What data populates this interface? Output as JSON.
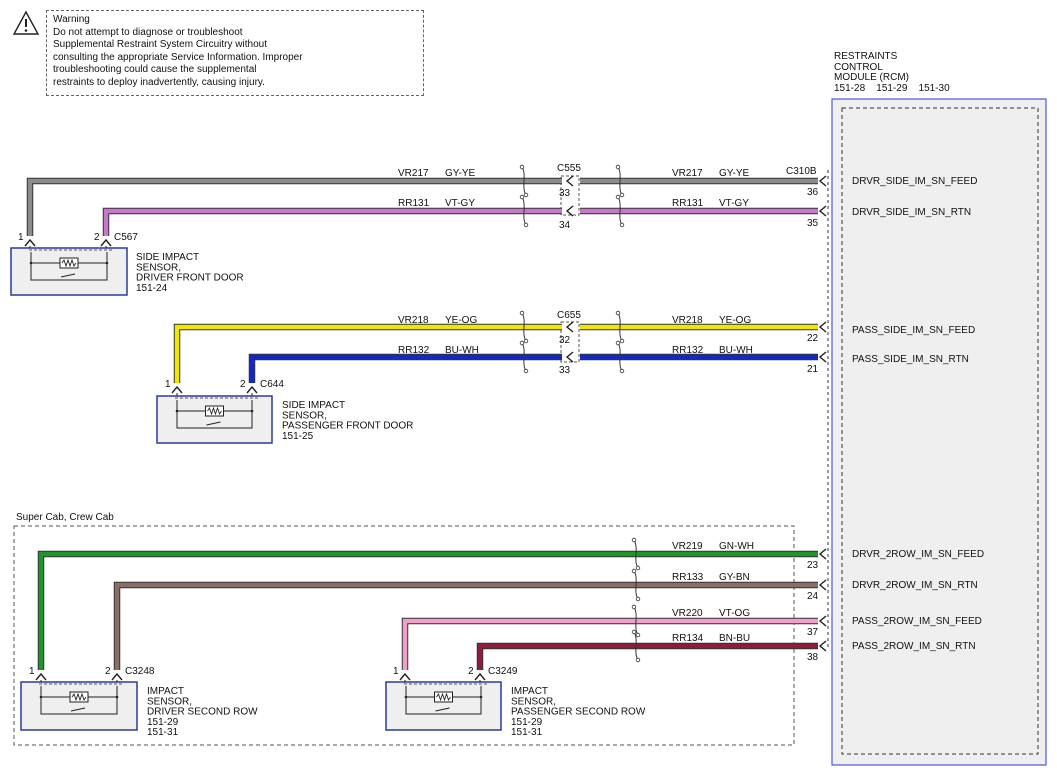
{
  "warning": {
    "lines": [
      "Warning",
      "Do not attempt to diagnose or troubleshoot",
      "Supplemental Restraint System Circuitry without",
      "consulting the appropriate Service Information. Improper",
      "troubleshooting could cause the supplemental",
      "restraints to deploy inadvertently, causing injury."
    ]
  },
  "rcm": {
    "title_lines": [
      "RESTRAINTS",
      "CONTROL",
      "MODULE (RCM)",
      "151-28    151-29    151-30"
    ],
    "connector": "C310B",
    "pins": [
      {
        "pin": "36",
        "signal": "DRVR_SIDE_IM_SN_FEED"
      },
      {
        "pin": "35",
        "signal": "DRVR_SIDE_IM_SN_RTN"
      },
      {
        "pin": "22",
        "signal": "PASS_SIDE_IM_SN_FEED"
      },
      {
        "pin": "21",
        "signal": "PASS_SIDE_IM_SN_RTN"
      },
      {
        "pin": "23",
        "signal": "DRVR_2ROW_IM_SN_FEED"
      },
      {
        "pin": "24",
        "signal": "DRVR_2ROW_IM_SN_RTN"
      },
      {
        "pin": "37",
        "signal": "PASS_2ROW_IM_SN_FEED"
      },
      {
        "pin": "38",
        "signal": "PASS_2ROW_IM_SN_RTN"
      }
    ]
  },
  "inline_connectors": [
    {
      "name": "C555",
      "pins": [
        "33",
        "34"
      ]
    },
    {
      "name": "C655",
      "pins": [
        "32",
        "33"
      ]
    }
  ],
  "circuits": [
    {
      "id": "VR217",
      "color_code": "GY-YE",
      "stroke": "#8c8c8c",
      "core": "#e6e000"
    },
    {
      "id": "RR131",
      "color_code": "VT-GY",
      "stroke": "#c878c8",
      "core": "#a0a0a0"
    },
    {
      "id": "VR218",
      "color_code": "YE-OG",
      "stroke": "#f0e600",
      "core": "#f0a000"
    },
    {
      "id": "RR132",
      "color_code": "BU-WH",
      "stroke": "#1428c8",
      "core": "#ffffff"
    },
    {
      "id": "VR219",
      "color_code": "GN-WH",
      "stroke": "#1e9628",
      "core": "#ffffff"
    },
    {
      "id": "RR133",
      "color_code": "GY-BN",
      "stroke": "#8c6e64",
      "core": "#a0a0a0"
    },
    {
      "id": "VR220",
      "color_code": "VT-OG",
      "stroke": "#f0a0c8",
      "core": "#f0a000"
    },
    {
      "id": "RR134",
      "color_code": "BN-BU",
      "stroke": "#8c1e3c",
      "core": "#2040c0"
    }
  ],
  "sensors": [
    {
      "connector": "C567",
      "pin1": "1",
      "pin2": "2",
      "lines": [
        "SIDE IMPACT",
        "SENSOR,",
        "DRIVER FRONT DOOR",
        "151-24"
      ]
    },
    {
      "connector": "C644",
      "pin1": "1",
      "pin2": "2",
      "lines": [
        "SIDE IMPACT",
        "SENSOR,",
        "PASSENGER FRONT DOOR",
        "151-25"
      ]
    },
    {
      "connector": "C3248",
      "pin1": "1",
      "pin2": "2",
      "lines": [
        "IMPACT",
        "SENSOR,",
        "DRIVER SECOND ROW",
        "151-29",
        "151-31"
      ]
    },
    {
      "connector": "C3249",
      "pin1": "1",
      "pin2": "2",
      "lines": [
        "IMPACT",
        "SENSOR,",
        "PASSENGER SECOND ROW",
        "151-29",
        "151-31"
      ]
    }
  ],
  "group_label": "Super Cab, Crew Cab"
}
